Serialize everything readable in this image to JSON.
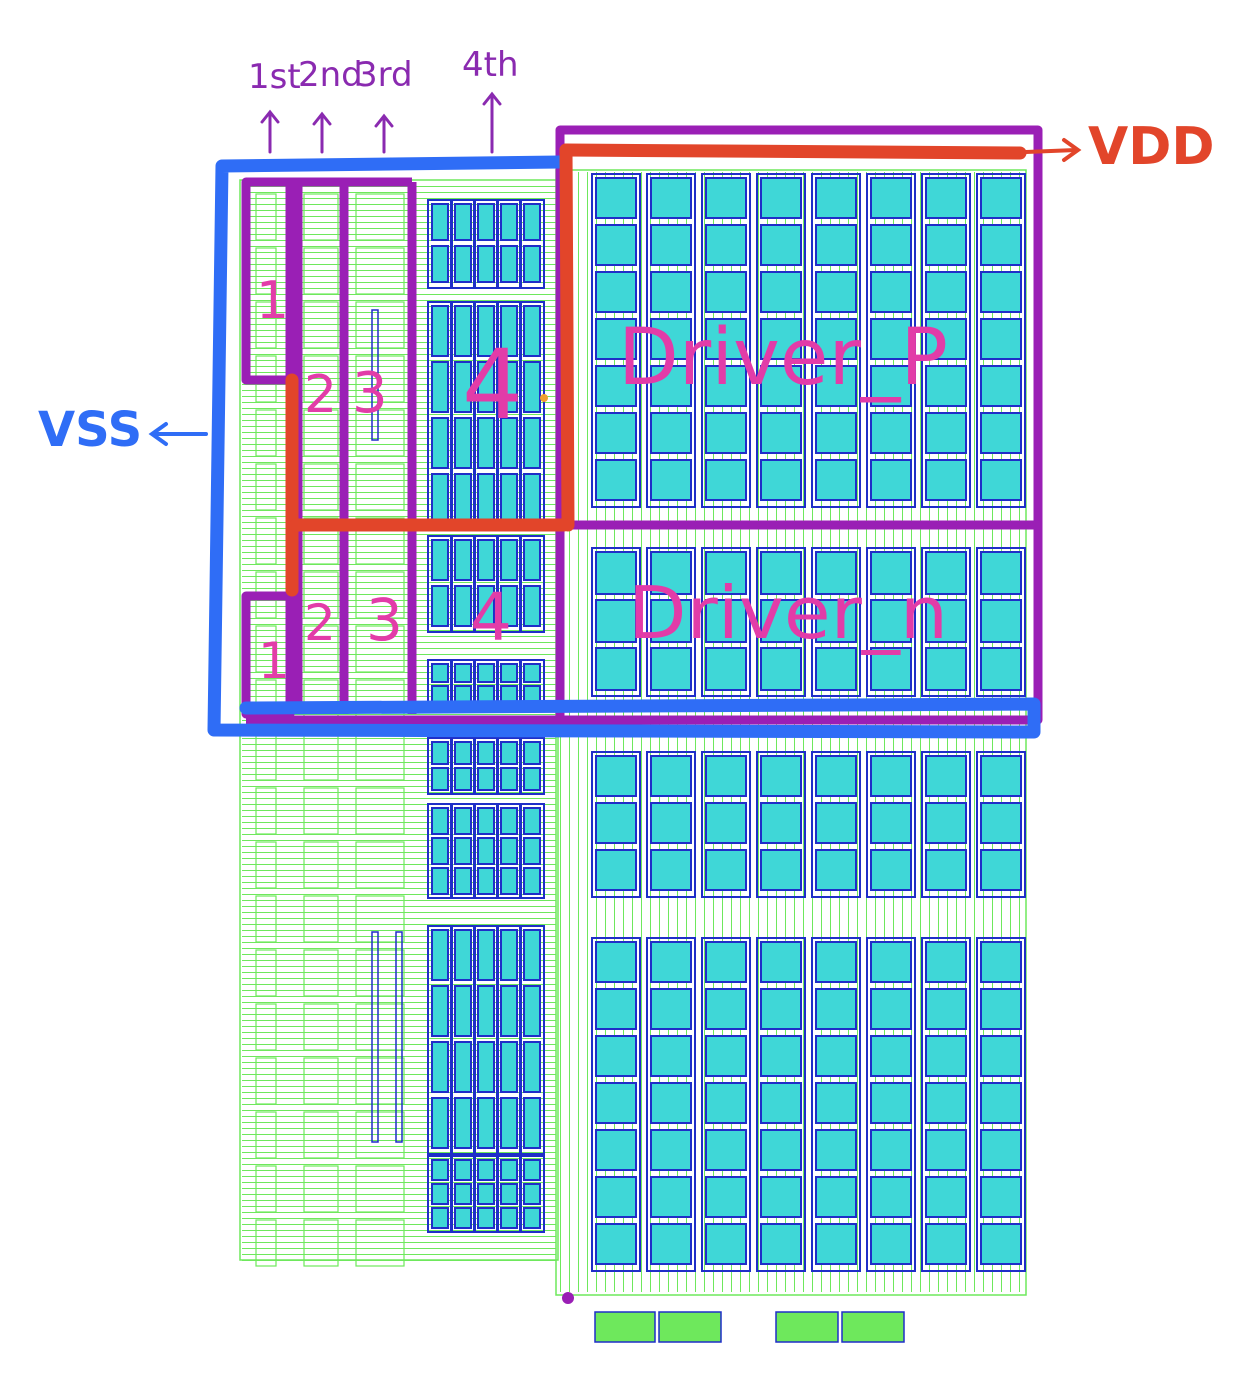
{
  "labels": {
    "top_columns": [
      "1st",
      "2nd",
      "3rd",
      "4th"
    ],
    "vdd": "VDD",
    "vss": "VSS",
    "driver_p": "Driver_P",
    "driver_n": "Driver_n",
    "stage_numbers_upper": [
      "1",
      "2",
      "3",
      "4"
    ],
    "stage_numbers_lower": [
      "1",
      "2",
      "3",
      "4"
    ]
  },
  "colors": {
    "vdd_annotation": "#e2452a",
    "vss_annotation": "#2f6df6",
    "region_outline": "#9a1fb5",
    "handwriting_numbers": "#e23ca8",
    "column_labels": "#8a2ab0",
    "metal_green": "#6ee85c",
    "device_cyan": "#3fd7d7",
    "device_blue": "#1f2ec8"
  }
}
